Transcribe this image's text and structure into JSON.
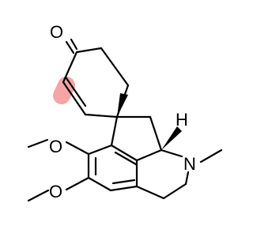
{
  "colors": {
    "bond": "#000000",
    "enone_highlight": "#f5a5a5"
  },
  "atoms": {
    "ketone_oxygen": "O",
    "stereo_hydrogen": "H",
    "amine_nitrogen": "N",
    "methoxy_oxygen_upper": "O",
    "methoxy_oxygen_lower": "O"
  }
}
